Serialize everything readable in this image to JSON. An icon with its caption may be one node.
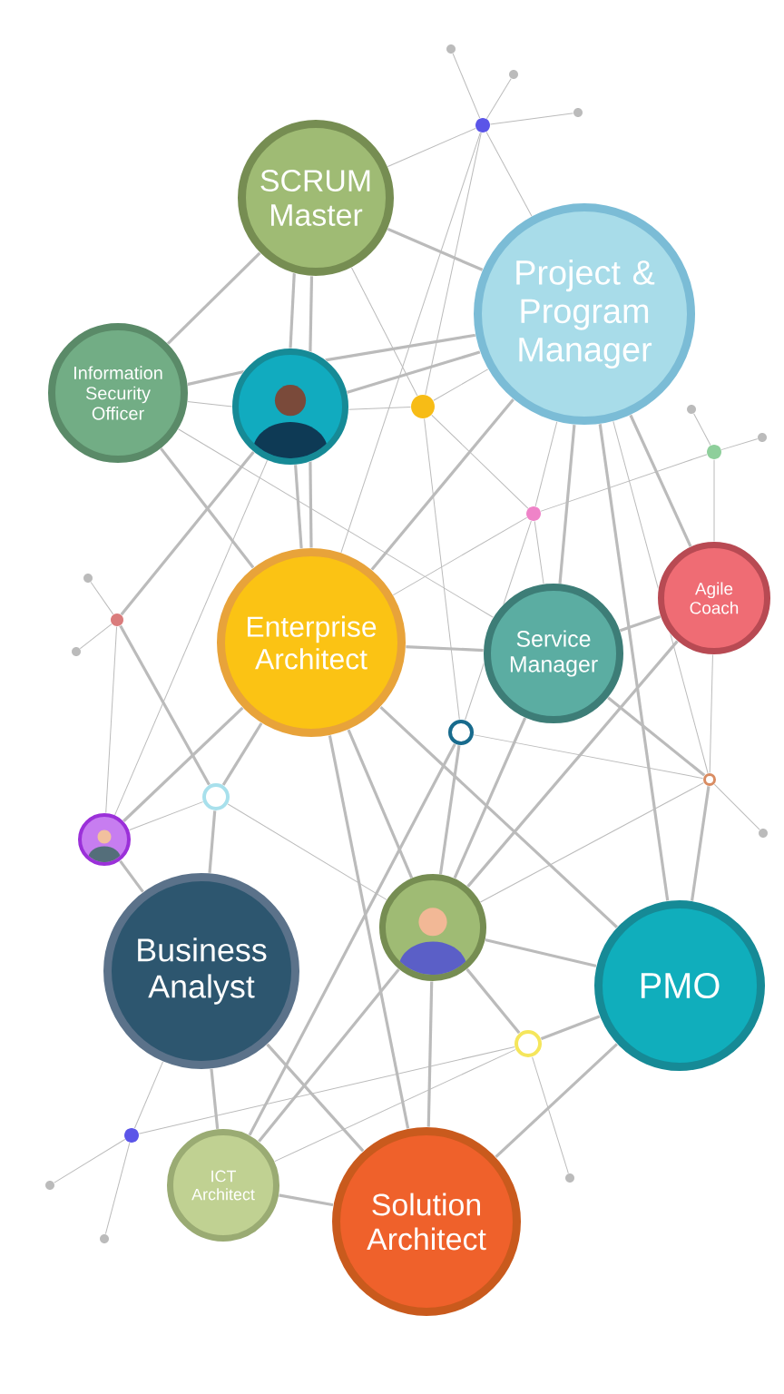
{
  "diagram": {
    "nodes": [
      {
        "text": [
          "SCRUM Master"
        ]
      },
      {
        "text": [
          "Project & Program Manager"
        ]
      },
      {
        "text": [
          "Information Security Officer"
        ]
      },
      {
        "text": [],
        "shape": "picture"
      },
      {
        "text": [
          "Enterprise Architect"
        ]
      },
      {
        "text": [
          "Service Manager"
        ]
      },
      {
        "text": [
          "Agile Coach"
        ]
      },
      {
        "text": [],
        "shape": "picture"
      },
      {
        "text": [
          "Business Analyst"
        ]
      },
      {
        "text": [],
        "shape": "picture"
      },
      {
        "text": [
          "PMO"
        ]
      },
      {
        "text": [
          "ICT Architect"
        ]
      },
      {
        "text": [
          "Solution Architect"
        ]
      },
      {
        "text": [],
        "shape": "circle"
      },
      {
        "text": [],
        "shape": "circle"
      },
      {
        "text": [],
        "shape": "circle"
      },
      {
        "text": [],
        "shape": "circle"
      },
      {
        "text": [],
        "shape": "circle"
      },
      {
        "text": [],
        "shape": "circle"
      },
      {
        "text": [],
        "shape": "circle"
      },
      {
        "text": [],
        "shape": "circle"
      },
      {
        "text": [],
        "shape": "circle"
      },
      {
        "text": [],
        "shape": "circle"
      },
      {
        "text": [],
        "shape": "circle"
      },
      {
        "text": [],
        "shape": "circle"
      },
      {
        "text": [],
        "shape": "circle"
      },
      {
        "text": [],
        "shape": "circle"
      },
      {
        "text": [],
        "shape": "circle"
      },
      {
        "text": [],
        "shape": "circle"
      },
      {
        "text": [],
        "shape": "circle"
      },
      {
        "text": [],
        "shape": "circle"
      },
      {
        "text": [],
        "shape": "circle"
      },
      {
        "text": [],
        "shape": "circle"
      },
      {
        "text": [],
        "shape": "circle"
      }
    ],
    "edges": [
      {
        "from": 0,
        "to": 1,
        "arrow": "none"
      },
      {
        "from": 0,
        "to": 2,
        "arrow": "none"
      },
      {
        "from": 0,
        "to": 3,
        "arrow": "none"
      },
      {
        "from": 0,
        "to": 3,
        "arrow": "none"
      },
      {
        "from": 2,
        "to": 3,
        "arrow": "none"
      },
      {
        "from": 3,
        "to": 1,
        "arrow": "none"
      },
      {
        "from": 3,
        "to": 4,
        "arrow": "none"
      },
      {
        "from": 2,
        "to": 4,
        "arrow": "none"
      },
      {
        "from": 3,
        "to": 17,
        "arrow": "none"
      },
      {
        "from": 1,
        "to": 4,
        "arrow": "none"
      },
      {
        "from": 1,
        "to": 5,
        "arrow": "none"
      },
      {
        "from": 1,
        "to": 10,
        "arrow": "none"
      },
      {
        "from": 1,
        "to": 6,
        "arrow": "none"
      },
      {
        "from": 4,
        "to": 5,
        "arrow": "none"
      },
      {
        "from": 4,
        "to": 7,
        "arrow": "none"
      },
      {
        "from": 4,
        "to": 19,
        "arrow": "none"
      },
      {
        "from": 4,
        "to": 9,
        "arrow": "none"
      },
      {
        "from": 4,
        "to": 10,
        "arrow": "none"
      },
      {
        "from": 4,
        "to": 12,
        "arrow": "none"
      },
      {
        "from": 5,
        "to": 6,
        "arrow": "none"
      },
      {
        "from": 5,
        "to": 9,
        "arrow": "none"
      },
      {
        "from": 5,
        "to": 20,
        "arrow": "none"
      },
      {
        "from": 6,
        "to": 9,
        "arrow": "none"
      },
      {
        "from": 11,
        "to": 9,
        "arrow": "none"
      },
      {
        "from": 20,
        "to": 10,
        "arrow": "none"
      },
      {
        "from": 10,
        "to": 9,
        "arrow": "none"
      },
      {
        "from": 10,
        "to": 21,
        "arrow": "none"
      },
      {
        "from": 10,
        "to": 12,
        "arrow": "none"
      },
      {
        "from": 9,
        "to": 12,
        "arrow": "none"
      },
      {
        "from": 9,
        "to": 21,
        "arrow": "none"
      },
      {
        "from": 18,
        "to": 9,
        "arrow": "none"
      },
      {
        "from": 18,
        "to": 11,
        "arrow": "none"
      },
      {
        "from": 8,
        "to": 19,
        "arrow": "none"
      },
      {
        "from": 8,
        "to": 7,
        "arrow": "none"
      },
      {
        "from": 8,
        "to": 12,
        "arrow": "none"
      },
      {
        "from": 8,
        "to": 11,
        "arrow": "none"
      },
      {
        "from": 11,
        "to": 12,
        "arrow": "none"
      },
      {
        "from": 17,
        "to": 19,
        "arrow": "none"
      },
      {
        "from": 2,
        "to": 3,
        "arrow": "none"
      },
      {
        "from": 1,
        "to": 20,
        "arrow": "none"
      },
      {
        "from": 1,
        "to": 13,
        "arrow": "none"
      },
      {
        "from": 1,
        "to": 14,
        "arrow": "none"
      },
      {
        "from": 4,
        "to": 15,
        "arrow": "none"
      },
      {
        "from": 15,
        "to": 16,
        "arrow": "none"
      },
      {
        "from": 4,
        "to": 13,
        "arrow": "none"
      },
      {
        "from": 3,
        "to": 7,
        "arrow": "none"
      },
      {
        "from": 5,
        "to": 15,
        "arrow": "none"
      },
      {
        "from": 6,
        "to": 20,
        "arrow": "none"
      },
      {
        "from": 6,
        "to": 16,
        "arrow": "none"
      },
      {
        "from": 20,
        "to": 9,
        "arrow": "none"
      },
      {
        "from": 20,
        "to": 18,
        "arrow": "none"
      },
      {
        "from": 20,
        "to": 30,
        "arrow": "none"
      },
      {
        "from": 9,
        "to": 19,
        "arrow": "none"
      },
      {
        "from": 18,
        "to": 14,
        "arrow": "none"
      },
      {
        "from": 15,
        "to": 18,
        "arrow": "none"
      },
      {
        "from": 8,
        "to": 22,
        "arrow": "none"
      },
      {
        "from": 11,
        "to": 21,
        "arrow": "none"
      },
      {
        "from": 22,
        "to": 21,
        "arrow": "none"
      },
      {
        "from": 21,
        "to": 31,
        "arrow": "none"
      },
      {
        "from": 22,
        "to": 32,
        "arrow": "none"
      },
      {
        "from": 22,
        "to": 33,
        "arrow": "none"
      },
      {
        "from": 7,
        "to": 19,
        "arrow": "none"
      },
      {
        "from": 7,
        "to": 17,
        "arrow": "none"
      },
      {
        "from": 17,
        "to": 28,
        "arrow": "none"
      },
      {
        "from": 17,
        "to": 29,
        "arrow": "none"
      },
      {
        "from": 13,
        "to": 23,
        "arrow": "none"
      },
      {
        "from": 13,
        "to": 24,
        "arrow": "none"
      },
      {
        "from": 13,
        "to": 25,
        "arrow": "none"
      },
      {
        "from": 0,
        "to": 13,
        "arrow": "none"
      },
      {
        "from": 13,
        "to": 14,
        "arrow": "none"
      },
      {
        "from": 0,
        "to": 14,
        "arrow": "none"
      },
      {
        "from": 14,
        "to": 15,
        "arrow": "none"
      },
      {
        "from": 16,
        "to": 26,
        "arrow": "none"
      },
      {
        "from": 16,
        "to": 27,
        "arrow": "none"
      },
      {
        "from": 2,
        "to": 5,
        "arrow": "none"
      },
      {
        "from": 3,
        "to": 4,
        "arrow": "none"
      },
      {
        "from": 3,
        "to": 1,
        "arrow": "none"
      },
      {
        "from": 3,
        "to": 14,
        "arrow": "none"
      },
      {
        "from": 1,
        "to": 15,
        "arrow": "none"
      }
    ]
  }
}
